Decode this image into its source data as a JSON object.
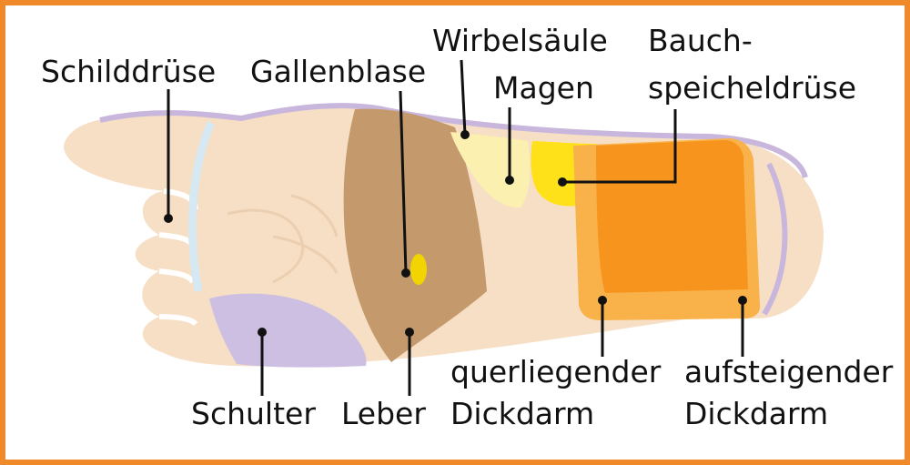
{
  "labels": {
    "schilddruese": "Schilddrüse",
    "gallenblase": "Gallenblase",
    "wirbelsaeule": "Wirbelsäule",
    "magen": "Magen",
    "bauch_line1": "Bauch-",
    "bauch_line2": "speicheldrüse",
    "schulter": "Schulter",
    "leber": "Leber",
    "querliegender_line1": "querliegender",
    "querliegender_line2": "Dickdarm",
    "aufsteigender_line1": "aufsteigender",
    "aufsteigender_line2": "Dickdarm"
  },
  "colors": {
    "border": "#f0892a",
    "skin": "#f6dfc4",
    "skin_shade": "#eccfb0",
    "edge": "#c8b6dc",
    "leber": "#c49a6c",
    "gallenblase": "#f2d400",
    "wirbelsaeule": "#fbf0b0",
    "magen": "#ffe11a",
    "bauchspeicheldruese": "#f7941d",
    "dickdarm": "#f9b24a",
    "schulter": "#cdbfe2",
    "schilddruese": "#d6e8f2"
  }
}
